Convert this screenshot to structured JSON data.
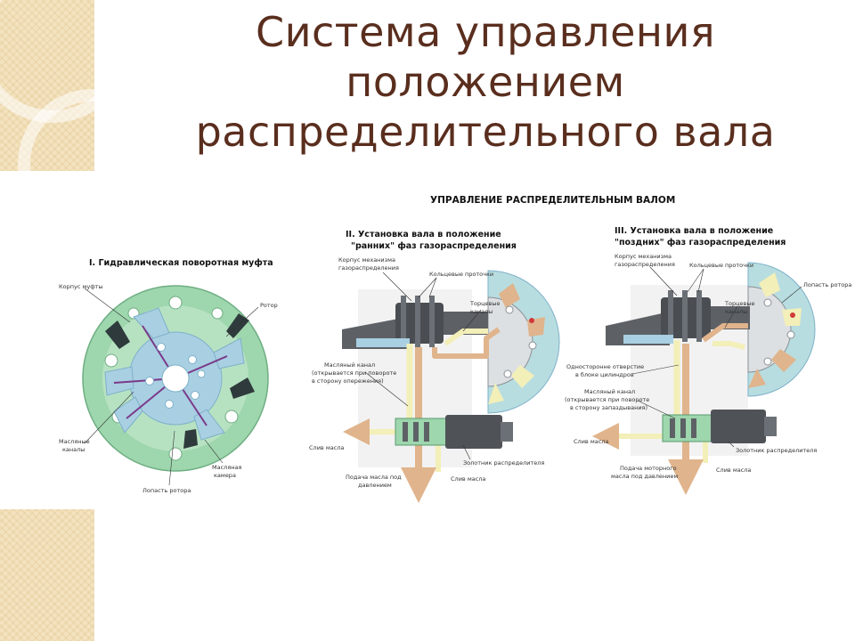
{
  "slide": {
    "title_lines": [
      "Система управления",
      "положением",
      "распределительного вала"
    ]
  },
  "figure": {
    "header": "УПРАВЛЕНИЕ РАСПРЕДЕЛИТЕЛЬНЫМ ВАЛОМ",
    "panel1": {
      "title": "I. Гидравлическая поворотная муфта",
      "labels": {
        "housing": "Корпус муфты",
        "rotor": "Ротор",
        "oil_channels": [
          "Масляные",
          "каналы"
        ],
        "oil_chamber": [
          "Масляная",
          "камера"
        ],
        "rotor_vane": "Лопасть ротора"
      }
    },
    "panel2": {
      "title_lines": [
        "II.  Установка вала в положение",
        "\"ранних\" фаз газораспределения"
      ],
      "labels": {
        "housing": [
          "Корпус механизма",
          "газораспределения"
        ],
        "ring_grooves": "Кольцевые проточки",
        "end_channels": [
          "Торцевые",
          "каналы"
        ],
        "oil_channel": [
          "Масляный канал",
          "(открывается при повороте",
          "в сторону опережения)"
        ],
        "drain": "Слив масла",
        "spool": "Золотник распределителя",
        "supply": [
          "Подача масла под",
          "давлением"
        ],
        "drain2": "Слив масла"
      }
    },
    "panel3": {
      "title_lines": [
        "III.  Установка вала в положение",
        "\"поздних\" фаз газораспределения"
      ],
      "labels": {
        "housing": [
          "Корпус механизма",
          "газораспределения"
        ],
        "ring_grooves": "Кольцевые проточки",
        "rotor_vane": "Лопасть ротора",
        "end_channels": [
          "Торцевые",
          "каналы"
        ],
        "return_hole": [
          "Односторонне отверстие",
          "в блоке цилиндров"
        ],
        "oil_channel": [
          "Масляный канал",
          "(открывается при повороте",
          "в сторону запаздывания)"
        ],
        "drain": "Слив масла",
        "spool": "Золотник распределителя",
        "supply": [
          "Подача моторного",
          "масла под давлением"
        ],
        "drain2": "Слив масла"
      }
    }
  },
  "colors": {
    "title": "#5a2e1e",
    "decor": "#f4e3bf",
    "housing_green": "#9ed6ad",
    "rotor_blue": "#a9cfe2",
    "oil_tan": "#e0b48c",
    "oil_yellow": "#f3efb8",
    "steel": "#5d6166"
  }
}
